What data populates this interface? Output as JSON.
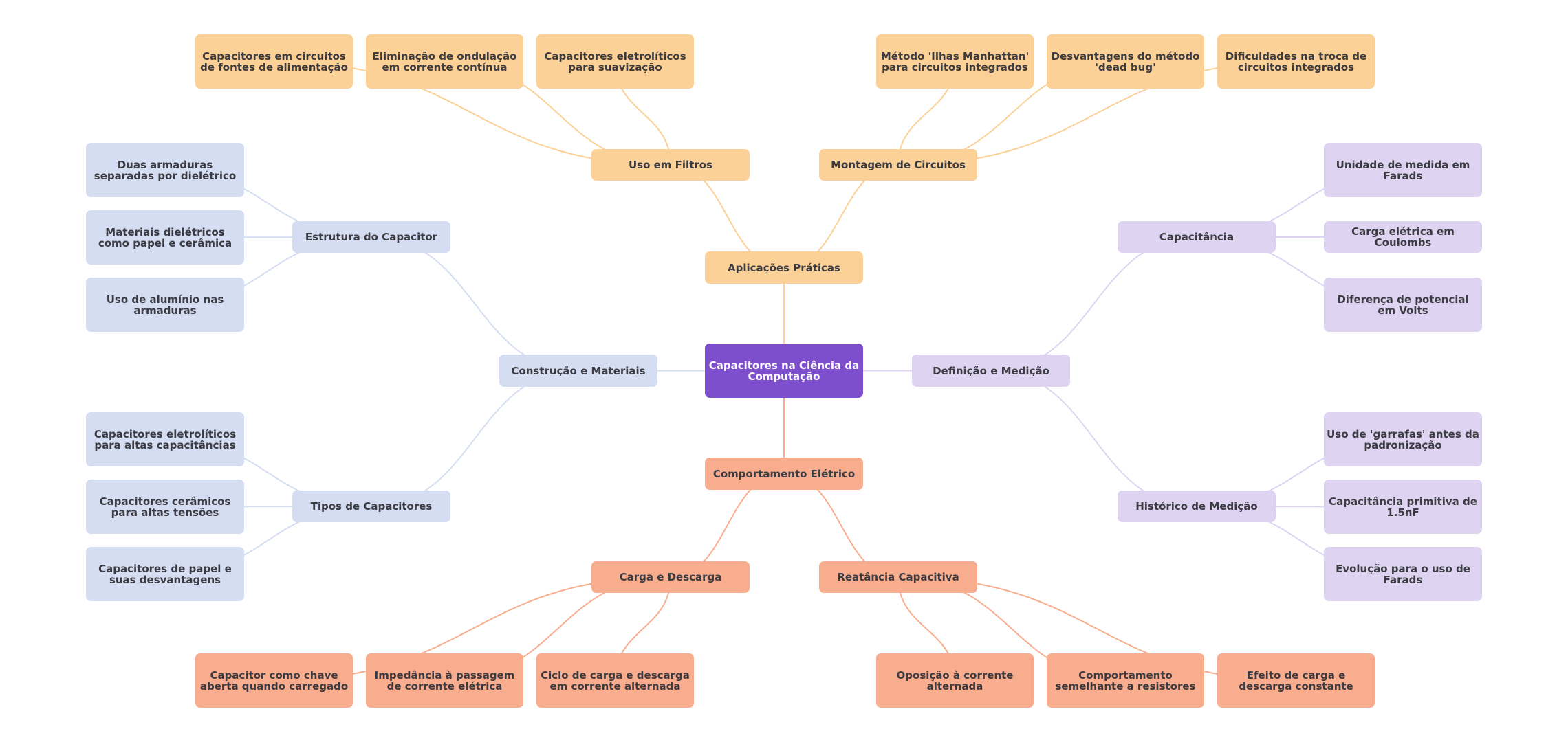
{
  "title": "Capacitores na Ciência da Computação",
  "colors": {
    "root": "#7d4fcd",
    "aplicacoes": "#fcd197",
    "comportamento": "#f9ad8f",
    "construcao": "#d5ddf2",
    "definicao": "#ded4f1",
    "text_dark": "#3b3b42",
    "text_light": "#ffffff"
  },
  "root": {
    "label": "Capacitores na Ciência da Computação"
  },
  "branches": {
    "aplicacoes": {
      "label": "Aplicações Práticas",
      "children": {
        "filtros": {
          "label": "Uso em Filtros",
          "leaves": [
            "Capacitores em circuitos de fontes de alimentação",
            "Eliminação de ondulação em corrente contínua",
            "Capacitores eletrolíticos para suavização"
          ]
        },
        "montagem": {
          "label": "Montagem de Circuitos",
          "leaves": [
            "Método 'Ilhas Manhattan' para circuitos integrados",
            "Desvantagens do método 'dead bug'",
            "Dificuldades na troca de circuitos integrados"
          ]
        }
      }
    },
    "construcao": {
      "label": "Construção e Materiais",
      "children": {
        "estrutura": {
          "label": "Estrutura do Capacitor",
          "leaves": [
            "Duas armaduras separadas por dielétrico",
            "Materiais dielétricos como papel e cerâmica",
            "Uso de alumínio nas armaduras"
          ]
        },
        "tipos": {
          "label": "Tipos de Capacitores",
          "leaves": [
            "Capacitores eletrolíticos para altas capacitâncias",
            "Capacitores cerâmicos para altas tensões",
            "Capacitores de papel e suas desvantagens"
          ]
        }
      }
    },
    "definicao": {
      "label": "Definição e Medição",
      "children": {
        "capacitancia": {
          "label": "Capacitância",
          "leaves": [
            "Unidade de medida em Farads",
            "Carga elétrica em Coulombs",
            "Diferença de potencial em Volts"
          ]
        },
        "historico": {
          "label": "Histórico de Medição",
          "leaves": [
            "Uso de 'garrafas' antes da padronização",
            "Capacitância primitiva de 1.5nF",
            "Evolução para o uso de Farads"
          ]
        }
      }
    },
    "comportamento": {
      "label": "Comportamento Elétrico",
      "children": {
        "carga": {
          "label": "Carga e Descarga",
          "leaves": [
            "Capacitor como chave aberta quando carregado",
            "Impedância à passagem de corrente elétrica",
            "Ciclo de carga e descarga em corrente alternada"
          ]
        },
        "reatancia": {
          "label": "Reatância Capacitiva",
          "leaves": [
            "Oposição à corrente alternada",
            "Comportamento semelhante a resistores",
            "Efeito de carga e descarga constante"
          ]
        }
      }
    }
  }
}
